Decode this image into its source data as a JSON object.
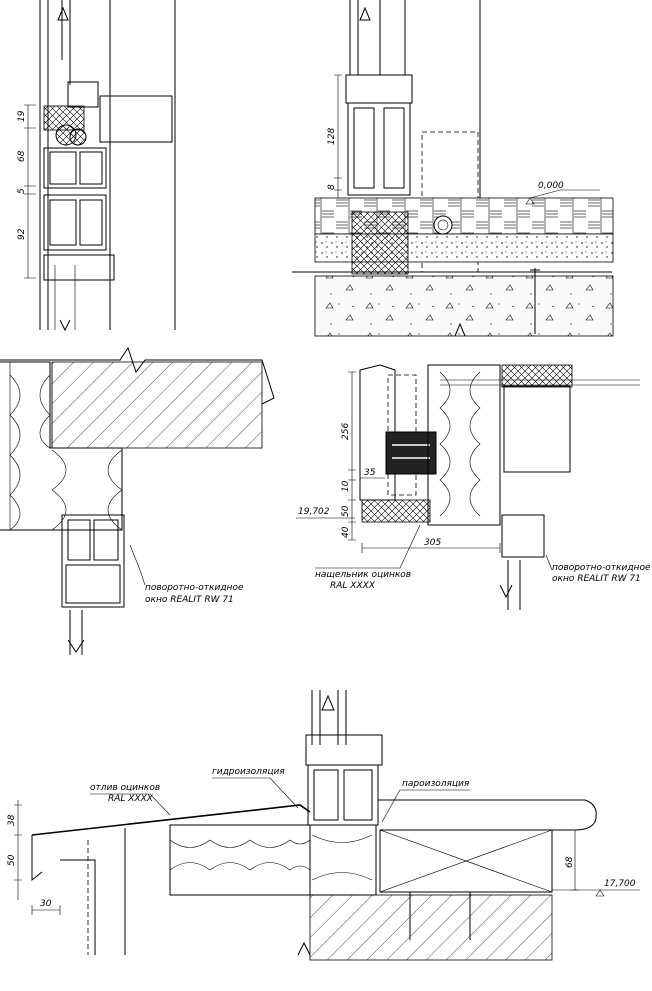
{
  "colors": {
    "line": "#000000",
    "paper": "#ffffff",
    "fill_dark": "#222222",
    "fill_concrete": "#f2f2f2"
  },
  "detail_top_left": {
    "dims": [
      "19",
      "68",
      "5",
      "92"
    ]
  },
  "detail_top_right": {
    "dims": [
      "128",
      "8"
    ],
    "level": "0,000"
  },
  "detail_mid_left": {
    "window_label": [
      "поворотно-откидное",
      "окно REALIT RW 71"
    ]
  },
  "detail_mid_right": {
    "dims": [
      "256",
      "35",
      "10",
      "50",
      "40",
      "305"
    ],
    "level": "19,702",
    "sill_label": [
      "нащельник оцинков",
      "RAL XXXX"
    ],
    "window_label": [
      "поворотно-откидное",
      "окно REALIT RW 71"
    ]
  },
  "detail_bottom": {
    "dims": [
      "38",
      "50",
      "30",
      "68"
    ],
    "level": "17,700",
    "labels": {
      "drip": [
        "отлив оцинков",
        "RAL XXXX"
      ],
      "waterproofing": "гидроизоляция",
      "vapor_barrier": "пароизоляция"
    }
  }
}
